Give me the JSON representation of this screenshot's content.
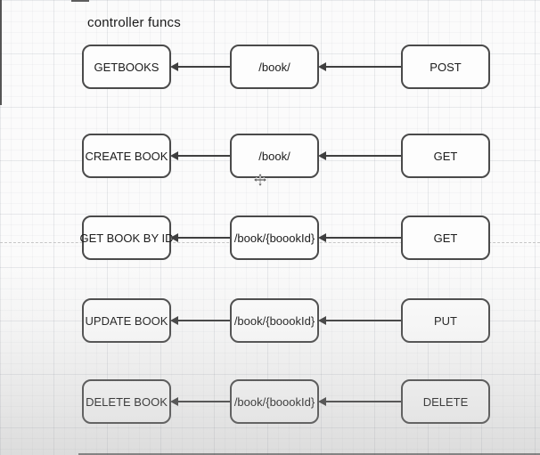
{
  "title": "controller funcs",
  "rows": [
    {
      "controller": "GETBOOKS",
      "path": "/book/",
      "method": "POST"
    },
    {
      "controller": "CREATE BOOK",
      "path": "/book/",
      "method": "GET"
    },
    {
      "controller": "GET BOOK BY ID",
      "path": "/book/{boookId}",
      "method": "GET"
    },
    {
      "controller": "UPDATE BOOK",
      "path": "/book/{boookId}",
      "method": "PUT"
    },
    {
      "controller": "DELETE BOOK",
      "path": "/book/{boookId}",
      "method": "DELETE"
    }
  ],
  "icons": {
    "cursor": "move-cursor-icon",
    "arrowheads": "left-arrowhead-icon"
  },
  "colors": {
    "canvas_bg": "#fbfbfb",
    "grid_line": "#ececec",
    "box_fill": "#fdfdfd",
    "box_border": "#4a4a4a",
    "arrow": "#3f3f3f",
    "text": "#1b1b1b",
    "dashed_guide": "#c6c6c6"
  }
}
